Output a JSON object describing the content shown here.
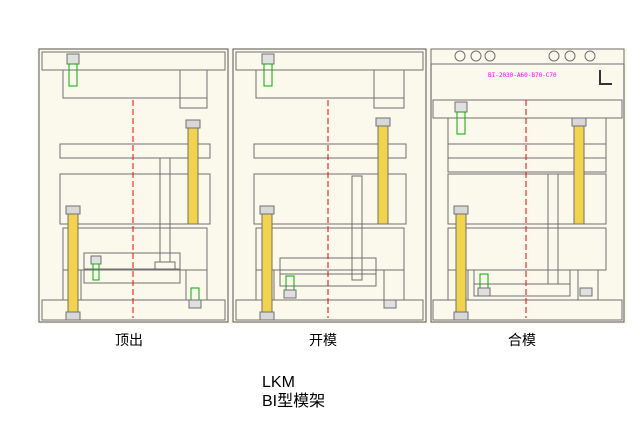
{
  "captions": {
    "ejection": "顶出",
    "open_mold": "开模",
    "closed_mold": "合模"
  },
  "stamp": "BI-2030-A60-B70-C70",
  "footer": {
    "line1": "LKM",
    "line2": "BI型模架"
  },
  "colors": {
    "canvas": "#fbf8ec",
    "outline": "#707070",
    "centerline": "#ff0000",
    "pin_fill": "#f2d34a",
    "screw_stroke": "#00b000",
    "stamp": "#ff00ff"
  }
}
